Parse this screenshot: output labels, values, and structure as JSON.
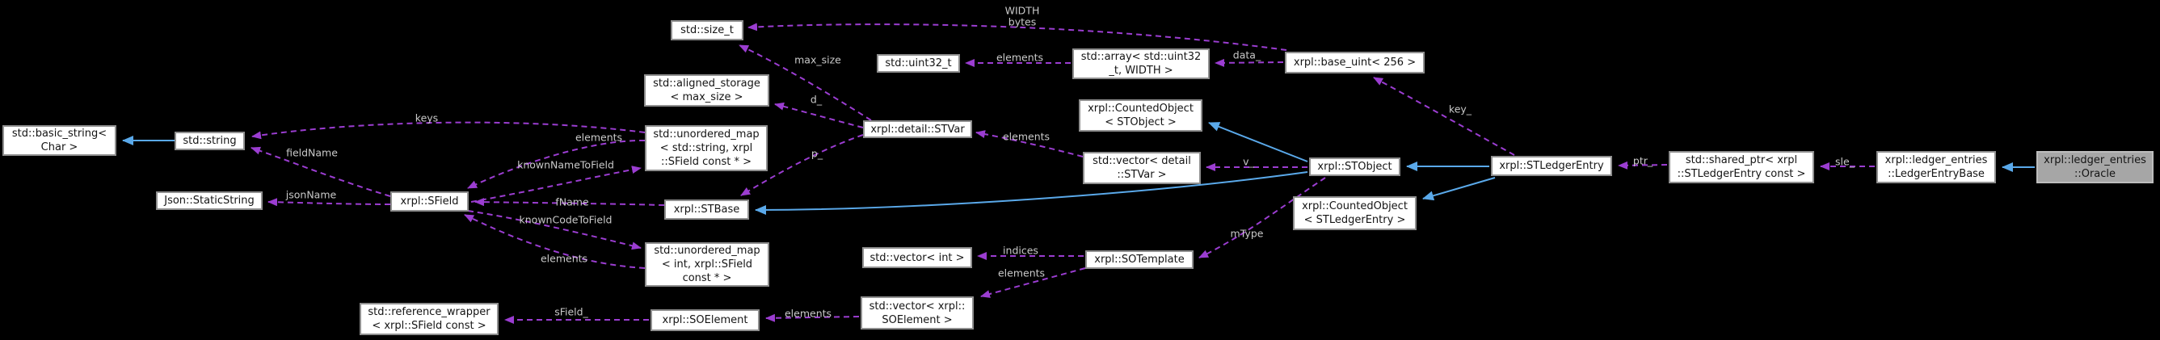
{
  "diagram": {
    "kind": "collaboration-graph",
    "focus_class": "xrpl::ledger_entries::Oracle"
  },
  "colors": {
    "background": "#000000",
    "node_bg": "#ffffff",
    "node_border": "#8f8f8f",
    "node_text": "#141414",
    "focus_node_bg": "#a6a6a6",
    "usage_edge": "#9b3dd1",
    "inheritance_edge": "#5aa9ea",
    "edge_label_text": "#c9c9c9"
  },
  "nodes": {
    "basic_string": {
      "l1": "std::basic_string<",
      "l2": "Char >"
    },
    "string": {
      "l1": "std::string"
    },
    "static_string": {
      "l1": "Json::StaticString"
    },
    "sfield": {
      "l1": "xrpl::SField"
    },
    "size_t": {
      "l1": "std::size_t"
    },
    "uint32_t": {
      "l1": "std::uint32_t"
    },
    "aligned_storage": {
      "l1": "std::aligned_storage",
      "l2": "< max_size >"
    },
    "array": {
      "l1": "std::array< std::uint32",
      "l2": "_t, WIDTH >"
    },
    "base_uint": {
      "l1": "xrpl::base_uint< 256 >"
    },
    "umap_string": {
      "l1": "std::unordered_map",
      "l2": "< std::string, xrpl",
      "l3": "::SField const * >"
    },
    "stvar": {
      "l1": "xrpl::detail::STVar"
    },
    "counted_stobject": {
      "l1": "xrpl::CountedObject",
      "l2": "< STObject >"
    },
    "vector_stvar": {
      "l1": "std::vector< detail",
      "l2": "::STVar >"
    },
    "stbase": {
      "l1": "xrpl::STBase"
    },
    "umap_int": {
      "l1": "std::unordered_map",
      "l2": "< int, xrpl::SField",
      "l3": "const * >"
    },
    "stobject": {
      "l1": "xrpl::STObject"
    },
    "stledgerentry": {
      "l1": "xrpl::STLedgerEntry"
    },
    "counted_sle": {
      "l1": "xrpl::CountedObject",
      "l2": "< STLedgerEntry >"
    },
    "vector_int": {
      "l1": "std::vector< int >"
    },
    "sotemplate": {
      "l1": "xrpl::SOTemplate"
    },
    "vector_soelement": {
      "l1": "std::vector< xrpl::",
      "l2": "SOElement >"
    },
    "soelement": {
      "l1": "xrpl::SOElement"
    },
    "ref_wrapper": {
      "l1": "std::reference_wrapper",
      "l2": "< xrpl::SField const >"
    },
    "shared_ptr": {
      "l1": "std::shared_ptr< xrpl",
      "l2": "::STLedgerEntry const >"
    },
    "ledger_entry_base": {
      "l1": "xrpl::ledger_entries",
      "l2": "::LedgerEntryBase"
    },
    "oracle": {
      "l1": "xrpl::ledger_entries",
      "l2": "::Oracle"
    }
  },
  "edge_labels": {
    "keys": "keys",
    "fieldName": "fieldName",
    "jsonName": "jsonName",
    "elements_umap_string": "elements",
    "knownNameToField": "knownNameToField",
    "fName": "fName",
    "knownCodeToField": "knownCodeToField",
    "elements_umap_int": "elements",
    "d_": "d_",
    "p_": "p_",
    "max_size": "max_size",
    "elements_vector_stvar": "elements",
    "width_bytes_l1": "WIDTH",
    "width_bytes_l2": "bytes",
    "elements_array": "elements",
    "data_": "data_",
    "key_": "key_",
    "v_": "v_",
    "mType": "mType",
    "indices": "indices",
    "elements_sotemplate": "elements",
    "elements_vector_soelement": "elements",
    "sField_": "sField_",
    "sle_": "sle_",
    "ptr_": "ptr_"
  }
}
